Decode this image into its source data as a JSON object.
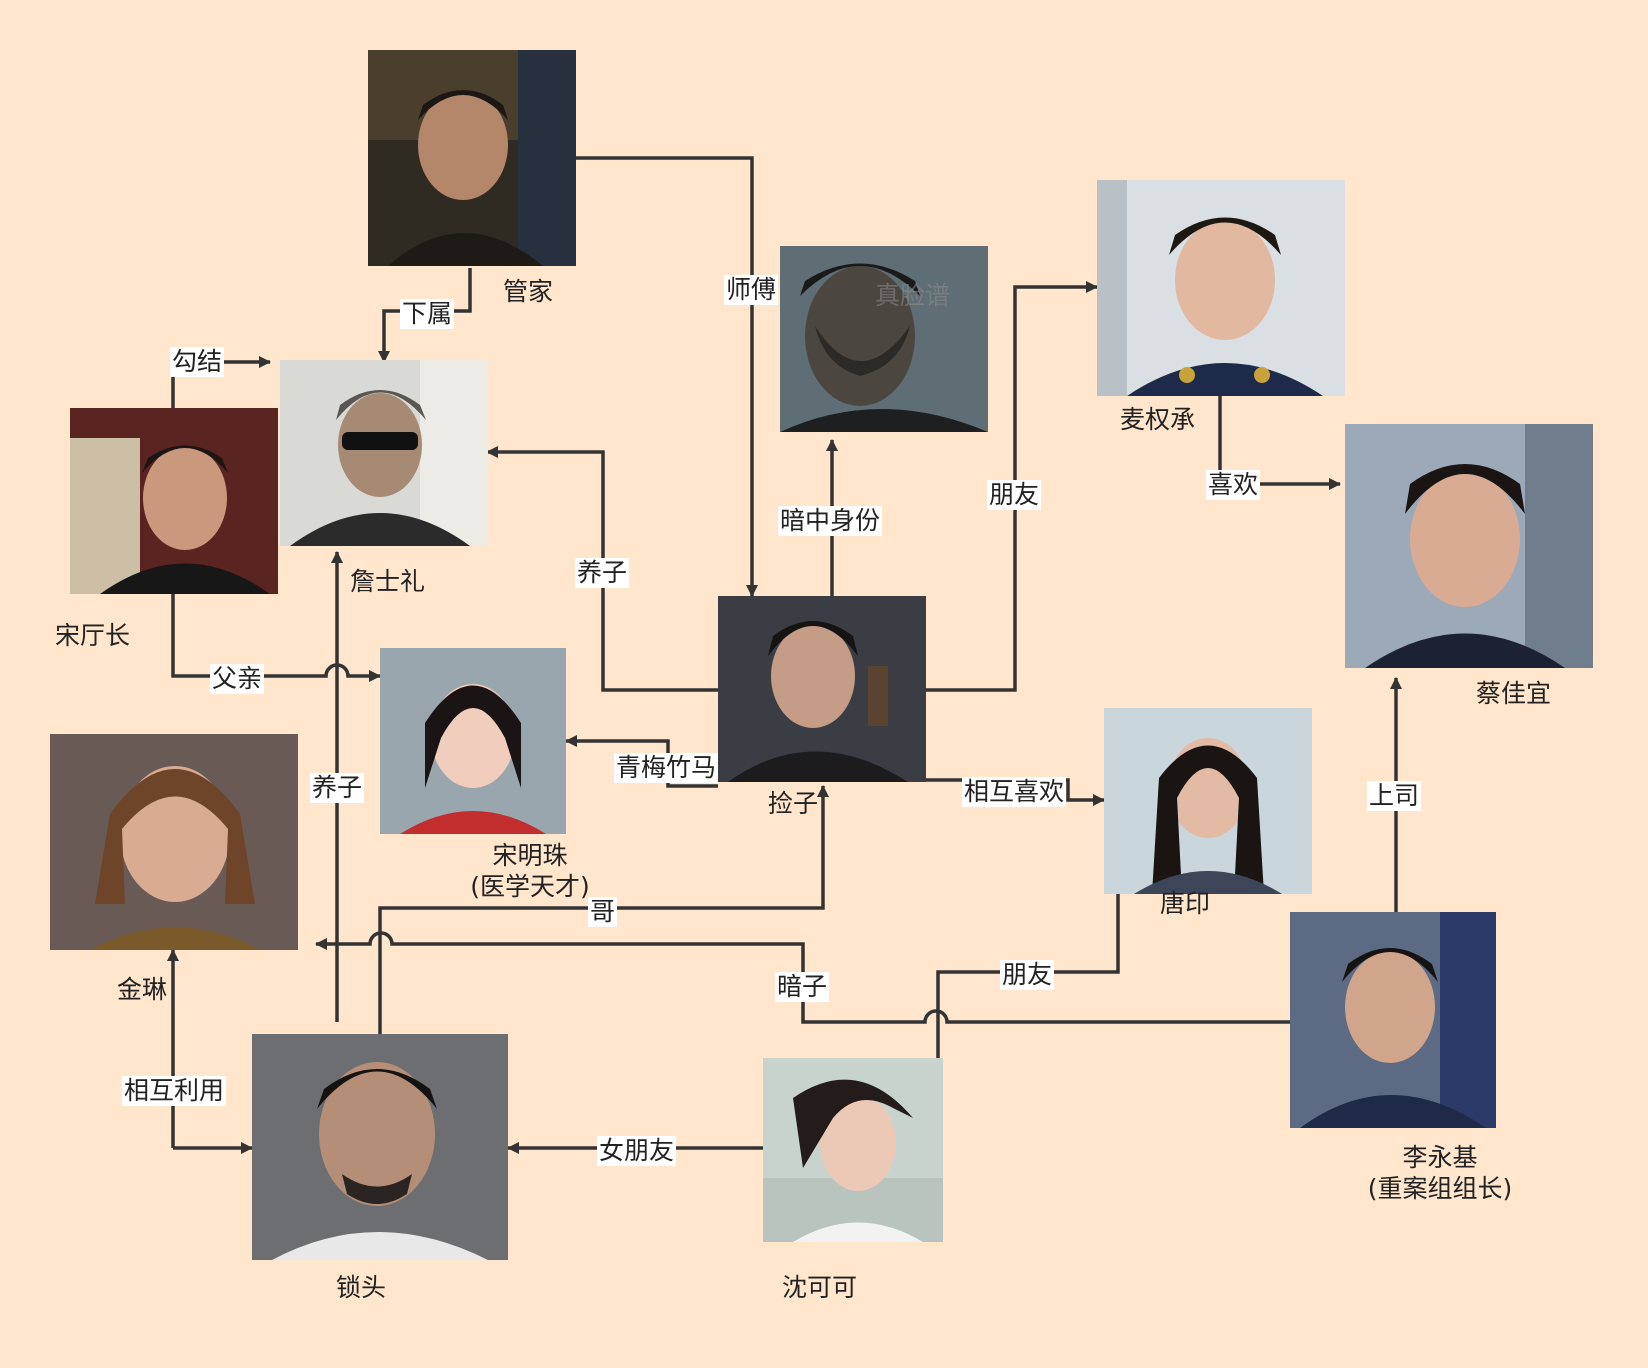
{
  "colors": {
    "background": "#ffe6cd",
    "line": "#333333",
    "label_background": "#ffffff"
  },
  "people": {
    "guanjia": {
      "name": "管家",
      "icon": "portrait-butler"
    },
    "zhanshili": {
      "name": "詹士礼",
      "icon": "portrait-zhan-shili"
    },
    "songtingzhang": {
      "name": "宋厅长",
      "icon": "portrait-song-tingzhang"
    },
    "zhenlianpu": {
      "name": "真脸谱",
      "icon": "portrait-masked-man"
    },
    "maiquancheng": {
      "name": "麦权承",
      "icon": "portrait-mai-quancheng"
    },
    "caijiayi": {
      "name": "蔡佳宜",
      "icon": "portrait-cai-jiayi"
    },
    "jianzi": {
      "name": "捡子",
      "icon": "portrait-jianzi"
    },
    "songmingzhu": {
      "name": "宋明珠",
      "subtitle": "(医学天才)",
      "icon": "portrait-song-mingzhu"
    },
    "tangyin": {
      "name": "唐印",
      "icon": "portrait-tang-yin"
    },
    "jinlin": {
      "name": "金琳",
      "icon": "portrait-jin-lin"
    },
    "suotou": {
      "name": "锁头",
      "icon": "portrait-suotou"
    },
    "shenkeke": {
      "name": "沈可可",
      "icon": "portrait-shen-keke"
    },
    "liyongji": {
      "name": "李永基",
      "subtitle": "(重案组组长)",
      "icon": "portrait-li-yongji"
    }
  },
  "relations": {
    "xiashu": "下属",
    "goujie": "勾结",
    "shifu": "师傅",
    "anzhongshenfen": "暗中身份",
    "pengyou_mai": "朋友",
    "xihuan": "喜欢",
    "yangzi_jianzi": "养子",
    "fuqin": "父亲",
    "yangzi_suotou": "养子",
    "qingmeizhuma": "青梅竹马",
    "huxiangxihuan": "相互喜欢",
    "shangsi": "上司",
    "ge": "哥",
    "anzi": "暗子",
    "pengyou_shen": "朋友",
    "huxiangliyong": "相互利用",
    "nvpengyou": "女朋友"
  }
}
